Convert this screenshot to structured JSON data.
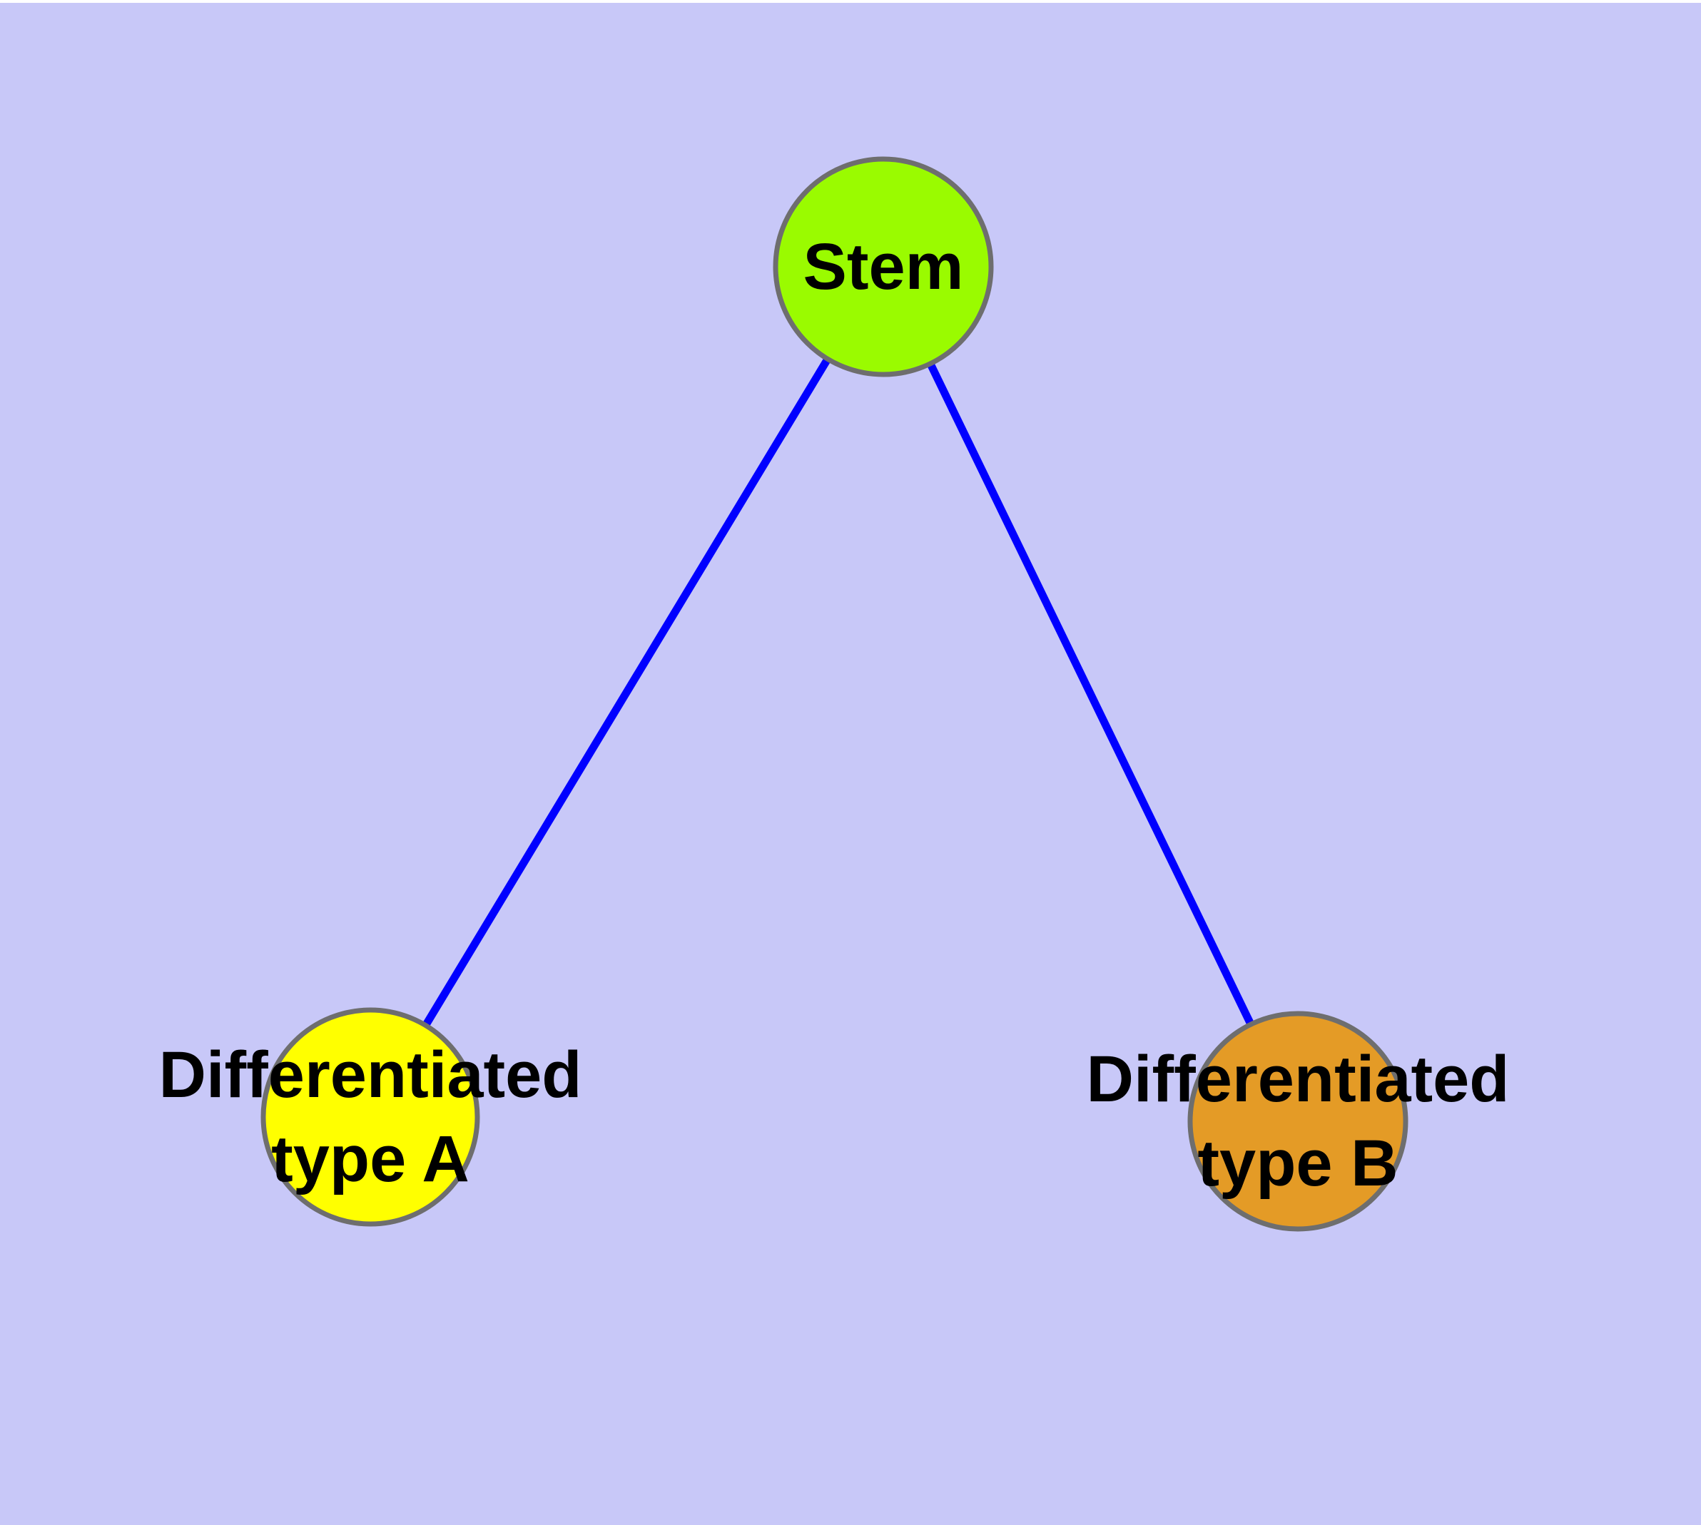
{
  "diagram": {
    "description_label": "stem-cell-differentiation-tree",
    "colors": {
      "background": "#C8C8F8",
      "top_edge_strip": "#FFFFFF",
      "edge": "#0000FF",
      "node_border": "#6E6E6E",
      "label_text": "#000000"
    },
    "nodes": {
      "stem": {
        "label": "Stem",
        "fill": "#9AFB00"
      },
      "type_a": {
        "label_line1": "Differentiated",
        "label_line2": "type A",
        "fill": "#FFFF00"
      },
      "type_b": {
        "label_line1": "Differentiated",
        "label_line2": "type B",
        "fill": "#E49B26"
      }
    },
    "edges": [
      {
        "from": "stem",
        "to": "type_a",
        "color": "#0000FF"
      },
      {
        "from": "stem",
        "to": "type_b",
        "color": "#0000FF"
      }
    ]
  }
}
